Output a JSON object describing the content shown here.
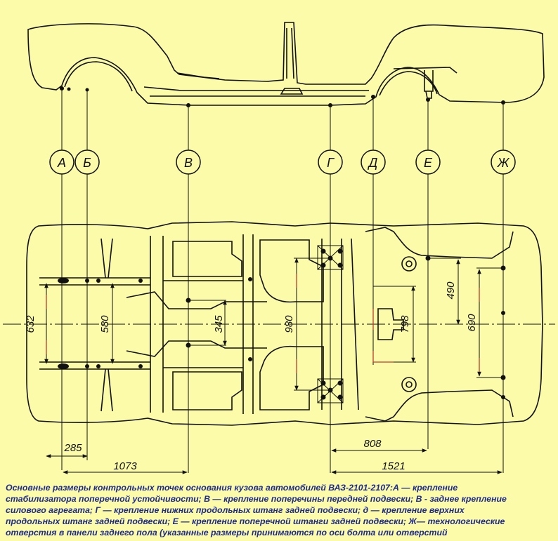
{
  "colors": {
    "background": "#fbfba9",
    "line": "#111111",
    "accent": "#c0392b",
    "caption": "#1d2a8c"
  },
  "point_labels": [
    "А",
    "Б",
    "В",
    "Г",
    "Д",
    "Е",
    "Ж"
  ],
  "dimensions": {
    "d632": "632",
    "d580": "580",
    "d345": "345",
    "d980": "980",
    "d798": "798",
    "d490": "490",
    "d690": "690",
    "d285": "285",
    "d1073": "1073",
    "d808": "808",
    "d1521": "1521"
  },
  "caption": {
    "lines": [
      "Основные размеры контрольных точек основания кузова автомобилей ВАЗ-2101-2107:А — крепление",
      "стабилизатора поперечной устойчивости; В — крепление поперечины передней подвески; В - заднее крепление",
      "силового агрегата; Г — крепление нижних продольных штанг задней подвески; д — крепление верхних",
      "продольных штанг задней подвески; Е — крепление поперечной штанги задней подвески; Ж— технологические",
      "отверстия в панели заднего пола (указанные размеры принимаются по оси болта или отверстий"
    ]
  }
}
